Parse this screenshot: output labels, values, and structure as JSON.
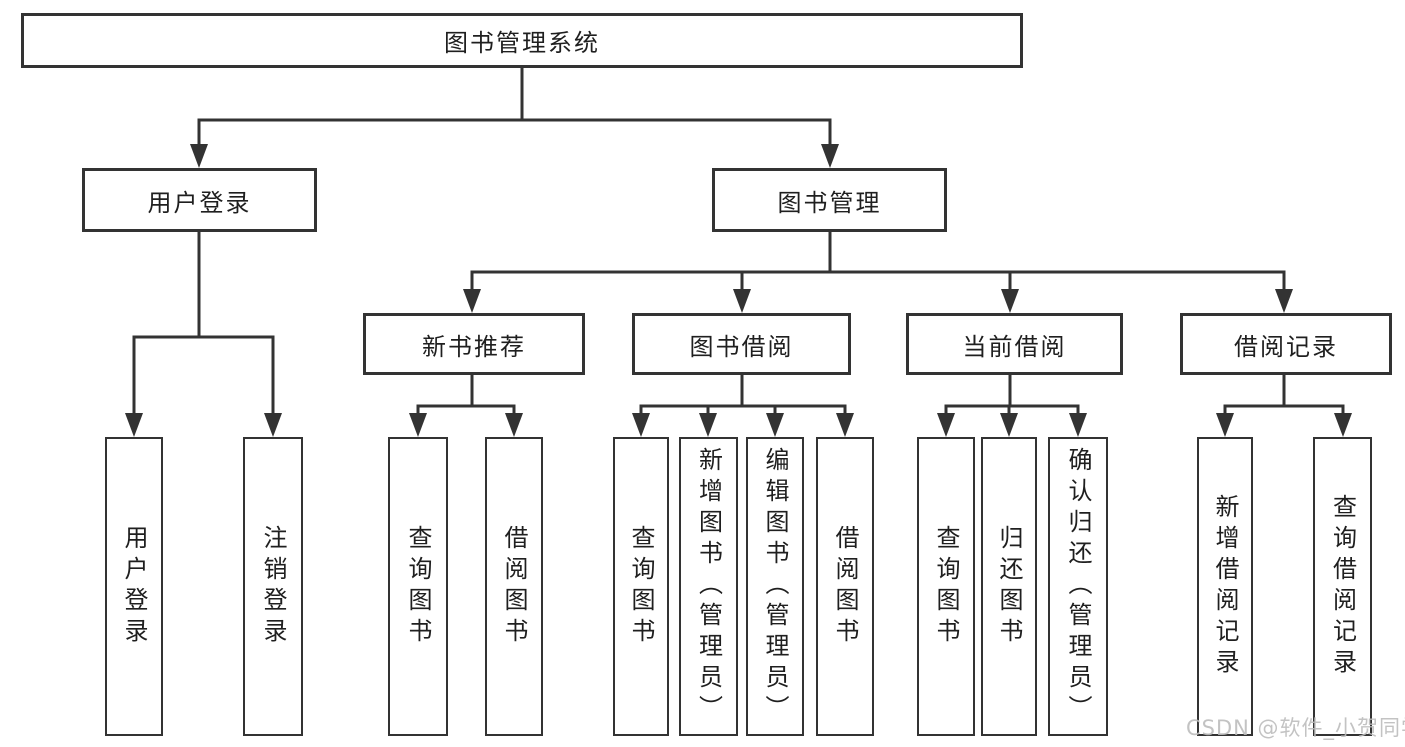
{
  "diagram_title": "图书管理系统",
  "tree": {
    "label": "图书管理系统",
    "children": [
      {
        "label": "用户登录",
        "children": [
          {
            "label": "用户登录"
          },
          {
            "label": "注销登录"
          }
        ]
      },
      {
        "label": "图书管理",
        "children": [
          {
            "label": "新书推荐",
            "children": [
              {
                "label": "查询图书"
              },
              {
                "label": "借阅图书"
              }
            ]
          },
          {
            "label": "图书借阅",
            "children": [
              {
                "label": "查询图书"
              },
              {
                "label": "新增图书（管理员）"
              },
              {
                "label": "编辑图书（管理员）"
              },
              {
                "label": "借阅图书"
              }
            ]
          },
          {
            "label": "当前借阅",
            "children": [
              {
                "label": "查询图书"
              },
              {
                "label": "归还图书"
              },
              {
                "label": "确认归还（管理员）"
              }
            ]
          },
          {
            "label": "借阅记录",
            "children": [
              {
                "label": "新增借阅记录"
              },
              {
                "label": "查询借阅记录"
              }
            ]
          }
        ]
      }
    ]
  },
  "watermark": {
    "text": "CSDN @软件_小贺同学"
  },
  "colors": {
    "background": "#ffffff",
    "line": "#333333",
    "box_border": "#333333",
    "box_fill": "#ffffff",
    "label_text": "#1f1f1f",
    "watermark_text": "#bdbdbd"
  }
}
